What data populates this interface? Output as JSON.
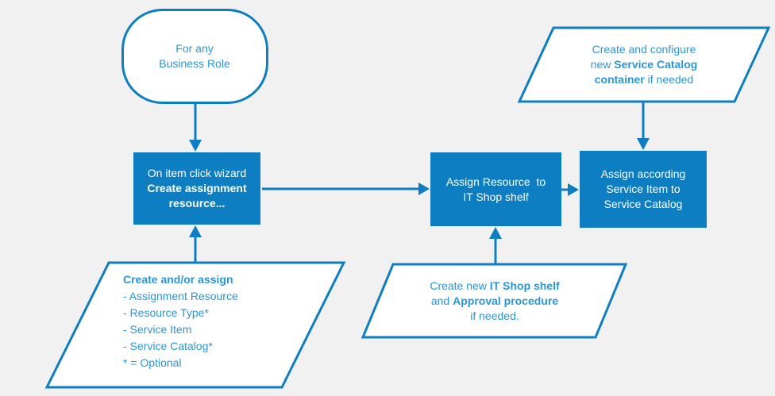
{
  "colors": {
    "background": "#f1f1f2",
    "accent": "#0d7ec1",
    "shape_fill": "#ffffff",
    "box_text": "#ffffff",
    "shape_text": "#2a97d5"
  },
  "nodes": {
    "start": {
      "line1": "For any",
      "line2": "Business Role"
    },
    "catalog_container": {
      "line1": "Create and configure",
      "line2_regular": "new ",
      "line2_bold": "Service Catalog",
      "line3_bold": "container",
      "line3_regular": " if needed"
    },
    "wizard": {
      "line1": "On item click wizard",
      "line2_bold": "Create assignment",
      "line3_bold": "resource..."
    },
    "assign_resource": {
      "line1": "Assign Resource  to",
      "line2": "IT Shop shelf"
    },
    "assign_service": {
      "line1": "Assign according",
      "line2": "Service Item to",
      "line3": "Service Catalog"
    },
    "create_assign": {
      "header_bold": "Create and/or assign",
      "item1": "- Assignment Resource",
      "item2": "- Resource Type*",
      "item3": "- Service Item",
      "item4": "- Service Catalog*",
      "item5": "* = Optional"
    },
    "create_shelf": {
      "line1_regular": "Create new ",
      "line1_bold": "IT Shop shelf",
      "line2_regular": "and ",
      "line2_bold": "Approval procedure",
      "line3": "if needed."
    }
  }
}
